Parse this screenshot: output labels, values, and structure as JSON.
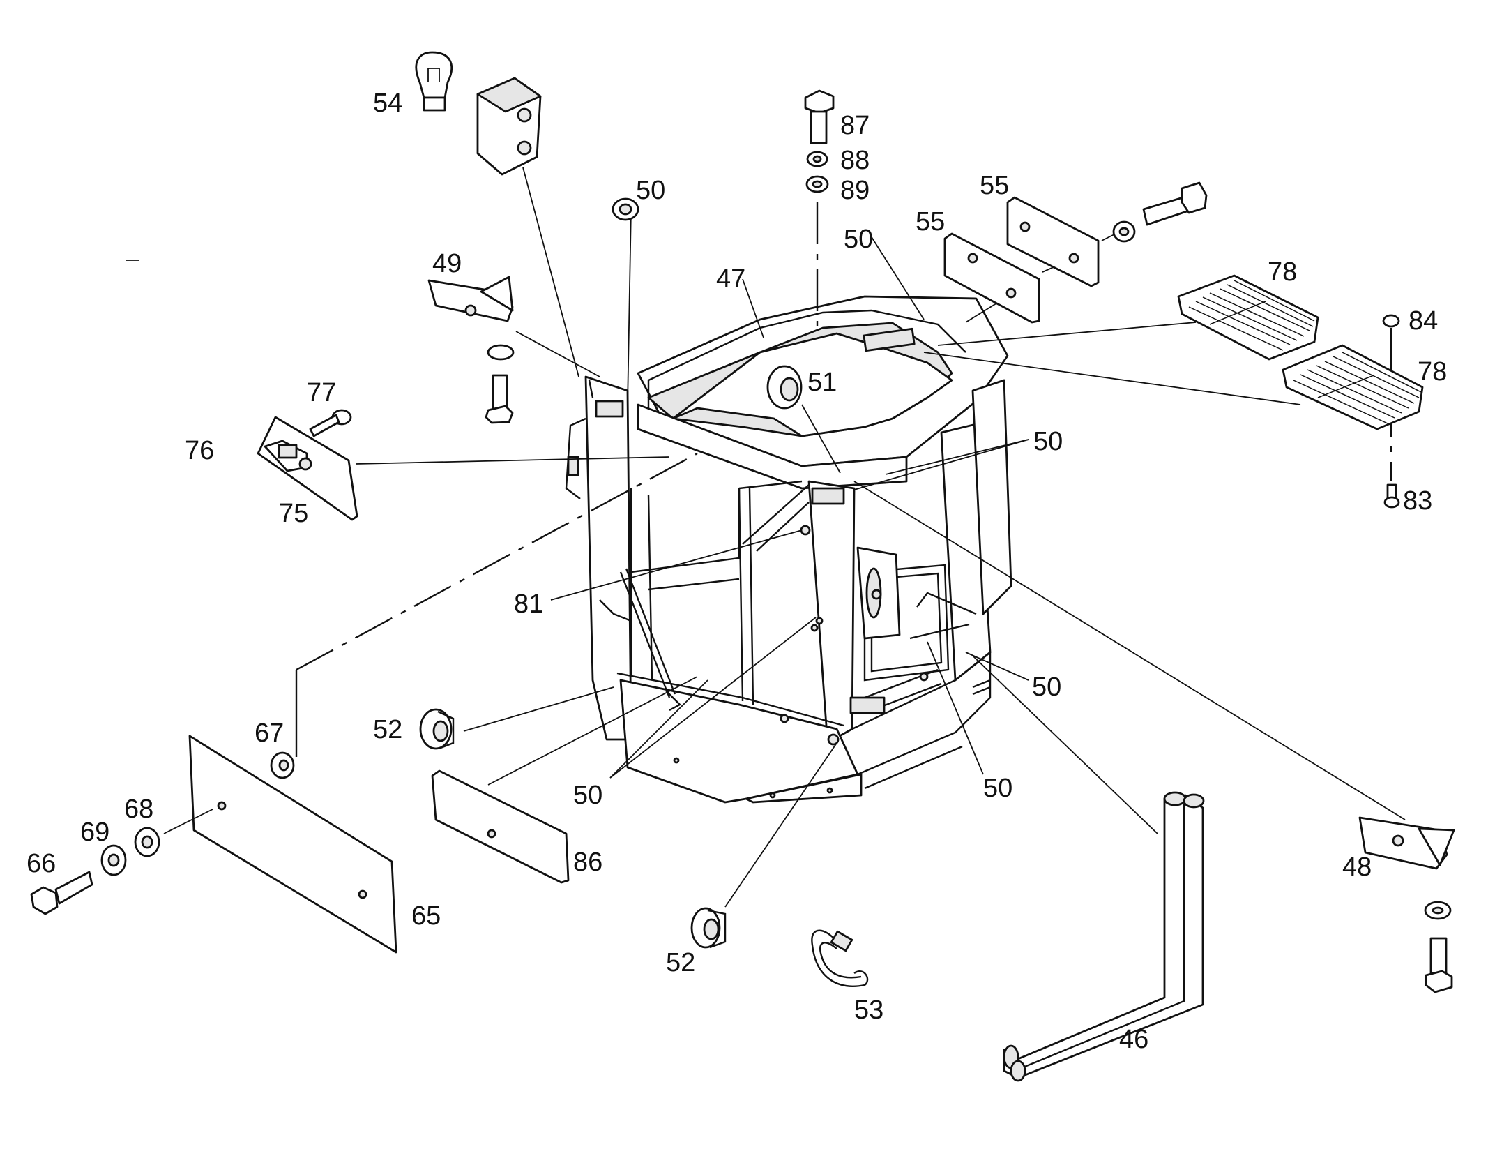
{
  "callouts": {
    "c46": "46",
    "c47": "47",
    "c48": "48",
    "c49": "49",
    "c50a": "50",
    "c50b": "50",
    "c50c": "50",
    "c50d": "50",
    "c50e": "50",
    "c50f": "50",
    "c51": "51",
    "c52a": "52",
    "c52b": "52",
    "c53": "53",
    "c54": "54",
    "c55a": "55",
    "c55b": "55",
    "c65": "65",
    "c66": "66",
    "c67": "67",
    "c68": "68",
    "c69": "69",
    "c75": "75",
    "c76": "76",
    "c77": "77",
    "c78a": "78",
    "c78b": "78",
    "c81": "81",
    "c83": "83",
    "c84": "84",
    "c86": "86",
    "c87": "87",
    "c88": "88",
    "c89": "89"
  }
}
